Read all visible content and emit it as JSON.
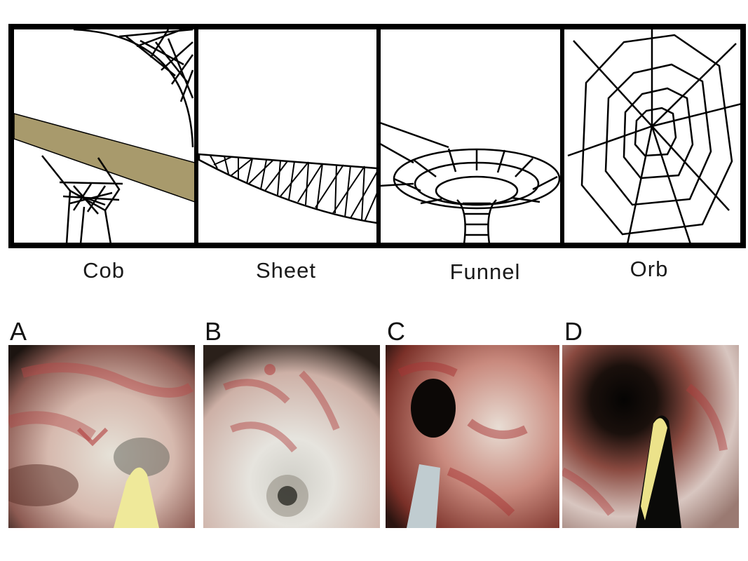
{
  "web_panels": [
    {
      "id": "cob",
      "label": "Cob"
    },
    {
      "id": "sheet",
      "label": "Sheet"
    },
    {
      "id": "funnel",
      "label": "Funnel"
    },
    {
      "id": "orb",
      "label": "Orb"
    }
  ],
  "photo_panels": [
    {
      "id": "a",
      "letter": "A"
    },
    {
      "id": "b",
      "letter": "B"
    },
    {
      "id": "c",
      "letter": "C"
    },
    {
      "id": "d",
      "letter": "D"
    }
  ],
  "colors": {
    "frame": "#000000",
    "twig": "#a89a6c",
    "mucosa_pink": "#d8a0a0",
    "mucosa_red": "#b83b3b",
    "instrument_yellow": "#e8e070"
  }
}
